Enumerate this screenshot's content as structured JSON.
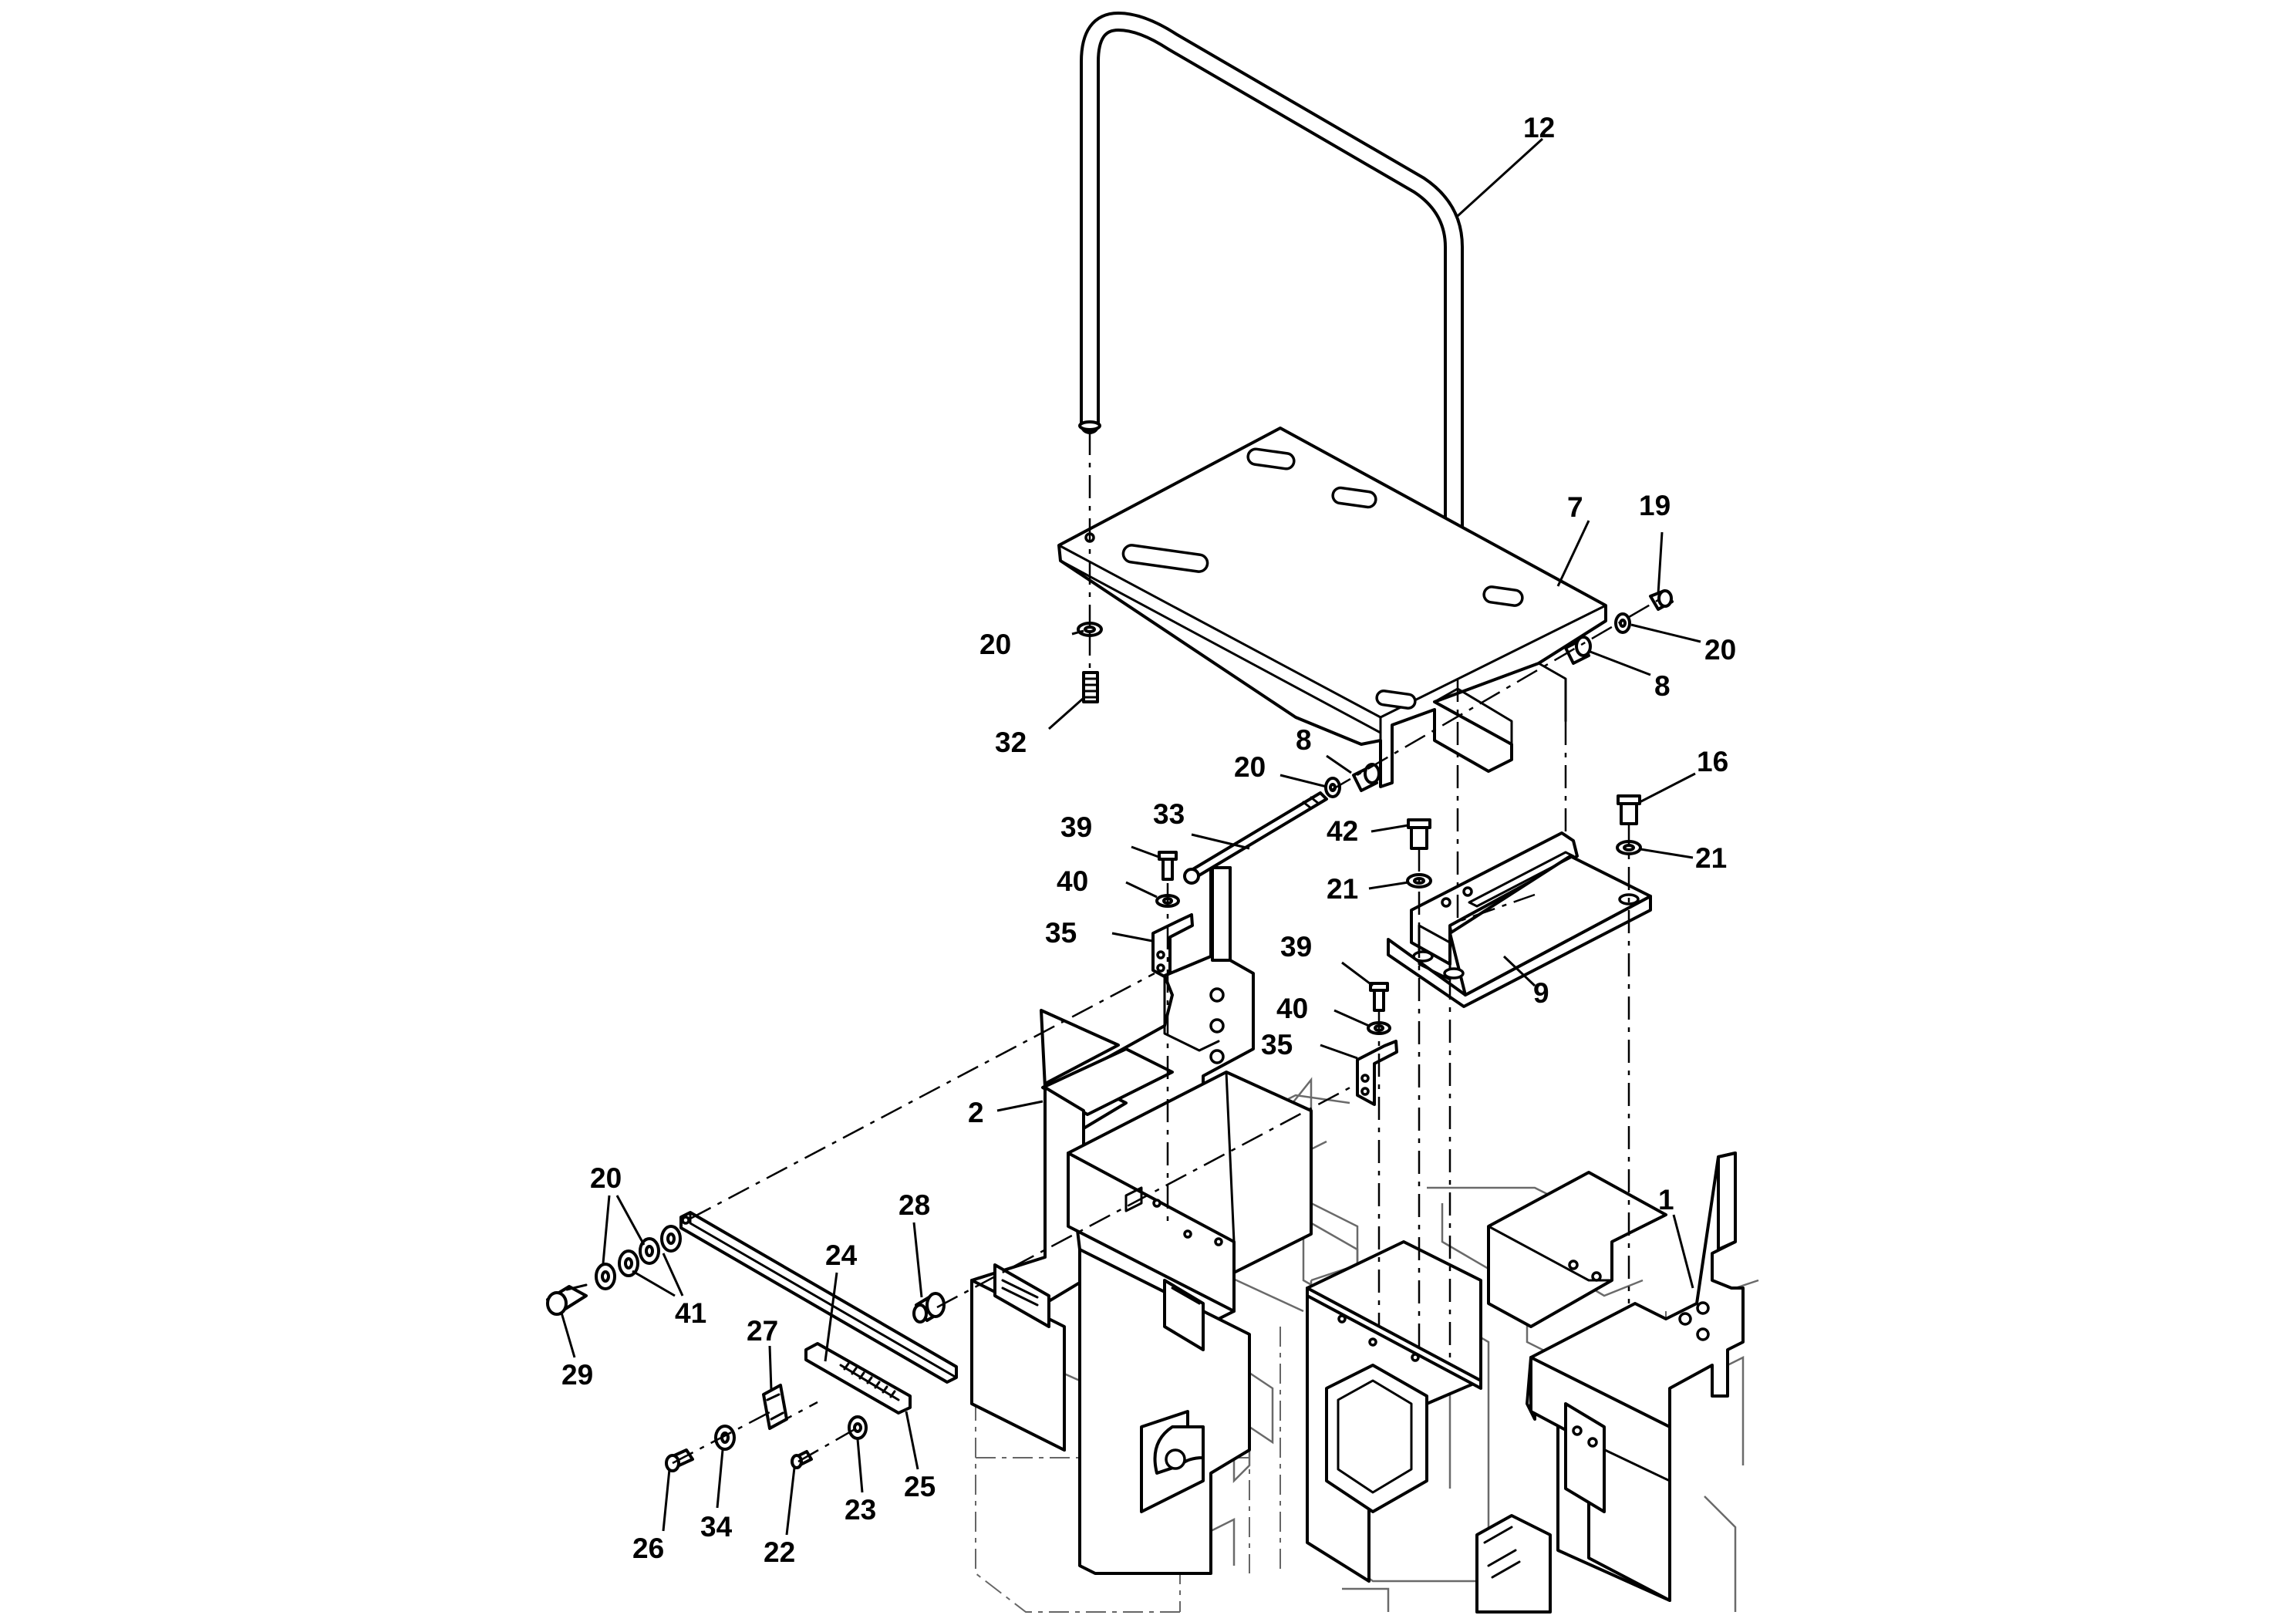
{
  "diagram": {
    "callouts": [
      {
        "id": "c12",
        "label": "12"
      },
      {
        "id": "c7",
        "label": "7"
      },
      {
        "id": "c19",
        "label": "19"
      },
      {
        "id": "c20a",
        "label": "20"
      },
      {
        "id": "c20b",
        "label": "20"
      },
      {
        "id": "c8a",
        "label": "8"
      },
      {
        "id": "c32",
        "label": "32"
      },
      {
        "id": "c8b",
        "label": "8"
      },
      {
        "id": "c20c",
        "label": "20"
      },
      {
        "id": "c33",
        "label": "33"
      },
      {
        "id": "c39a",
        "label": "39"
      },
      {
        "id": "c16",
        "label": "16"
      },
      {
        "id": "c42",
        "label": "42"
      },
      {
        "id": "c21a",
        "label": "21"
      },
      {
        "id": "c21b",
        "label": "21"
      },
      {
        "id": "c40a",
        "label": "40"
      },
      {
        "id": "c35a",
        "label": "35"
      },
      {
        "id": "c39b",
        "label": "39"
      },
      {
        "id": "c9",
        "label": "9"
      },
      {
        "id": "c40b",
        "label": "40"
      },
      {
        "id": "c35b",
        "label": "35"
      },
      {
        "id": "c2",
        "label": "2"
      },
      {
        "id": "c20d",
        "label": "20"
      },
      {
        "id": "c1",
        "label": "1"
      },
      {
        "id": "c28",
        "label": "28"
      },
      {
        "id": "c24",
        "label": "24"
      },
      {
        "id": "c41",
        "label": "41"
      },
      {
        "id": "c29",
        "label": "29"
      },
      {
        "id": "c27",
        "label": "27"
      },
      {
        "id": "c26",
        "label": "26"
      },
      {
        "id": "c34",
        "label": "34"
      },
      {
        "id": "c22",
        "label": "22"
      },
      {
        "id": "c23",
        "label": "23"
      },
      {
        "id": "c25",
        "label": "25"
      }
    ]
  }
}
